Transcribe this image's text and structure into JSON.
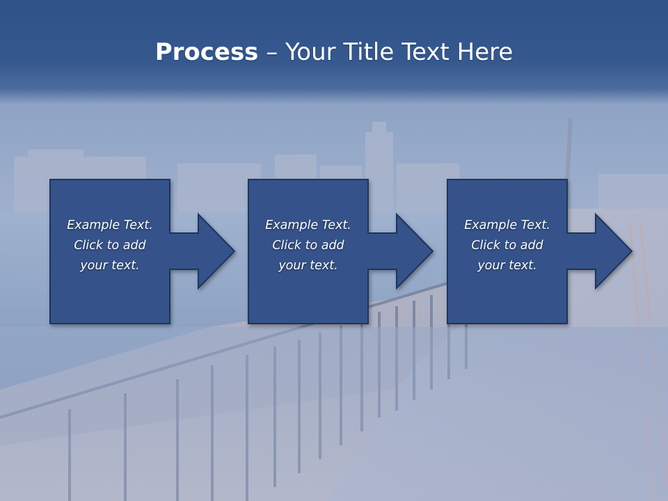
{
  "title": {
    "bold": "Process",
    "rest": " – Your Title Text Here"
  },
  "steps": [
    {
      "line1": "Example Text.",
      "line2": "Click  to add",
      "line3": "your text."
    },
    {
      "line1": "Example Text.",
      "line2": "Click  to add",
      "line3": "your text."
    },
    {
      "line1": "Example Text.",
      "line2": "Click  to add",
      "line3": "your text."
    }
  ],
  "colors": {
    "header": "#2f5289",
    "step_fill": "#34528a",
    "step_border": "#1f355c",
    "text": "#ffffff"
  }
}
